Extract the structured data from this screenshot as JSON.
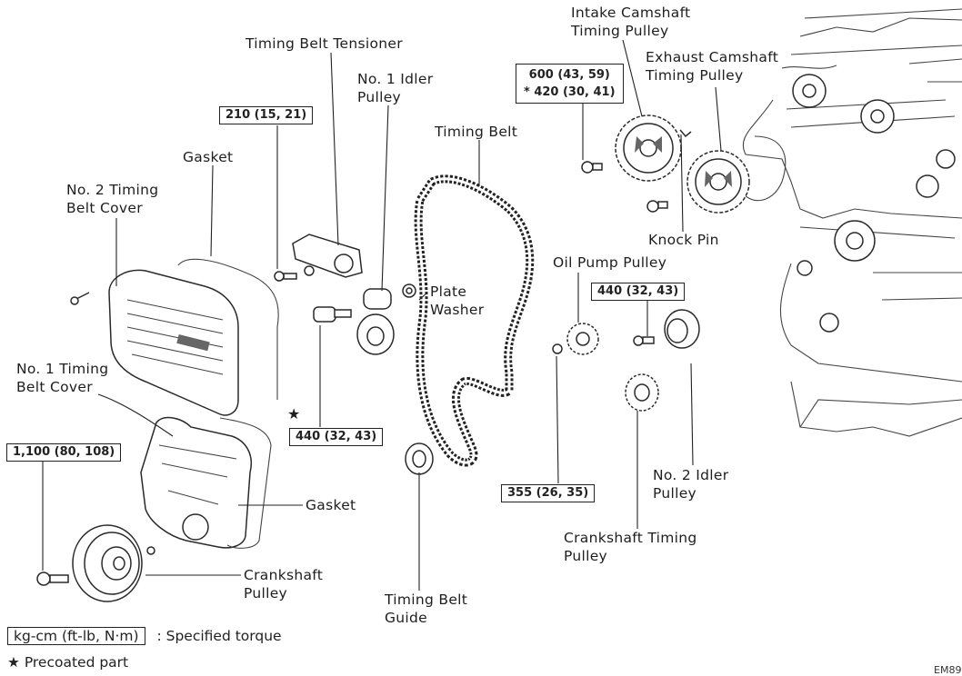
{
  "labels": {
    "intake_cam": [
      "Intake Camshaft",
      "Timing Pulley"
    ],
    "exhaust_cam": [
      "Exhaust Camshaft",
      "Timing Pulley"
    ],
    "tensioner": "Timing Belt Tensioner",
    "idler1": [
      "No. 1 Idler",
      "Pulley"
    ],
    "timing_belt": "Timing Belt",
    "gasket_top": "Gasket",
    "cover2": [
      "No. 2 Timing",
      "Belt Cover"
    ],
    "cover1": [
      "No. 1 Timing",
      "Belt Cover"
    ],
    "plate_washer": [
      "Plate",
      "Washer"
    ],
    "oil_pump": "Oil Pump Pulley",
    "knock_pin": "Knock Pin",
    "idler2": [
      "No. 2 Idler",
      "Pulley"
    ],
    "crank_timing": [
      "Crankshaft Timing",
      "Pulley"
    ],
    "gasket_bottom": "Gasket",
    "crank_pulley": [
      "Crankshaft",
      "Pulley"
    ],
    "belt_guide": [
      "Timing Belt",
      "Guide"
    ]
  },
  "torques": {
    "cam": [
      "600 (43, 59)",
      "* 420 (30, 41)"
    ],
    "tensioner": "210 (15, 21)",
    "idler1": "440 (32, 43)",
    "idler2": "440 (32, 43)",
    "crank": "1,100 (80, 108)",
    "oil_pump": "355 (26, 35)"
  },
  "legend": {
    "unit_box": "kg-cm (ft-lb, N·m)",
    "unit_text": ": Specified torque",
    "precoated": "★ Precoated part",
    "star": "★"
  },
  "figure_code": "EM89"
}
